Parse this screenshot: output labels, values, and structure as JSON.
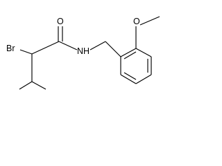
{
  "molecule": {
    "atoms": {
      "bromine": "Br",
      "oxygen_carbonyl": "O",
      "nitrogen": "NH",
      "oxygen_methoxy": "O"
    }
  },
  "colors": {
    "bond": "#000000",
    "label": "#000000",
    "background": "#ffffff"
  }
}
